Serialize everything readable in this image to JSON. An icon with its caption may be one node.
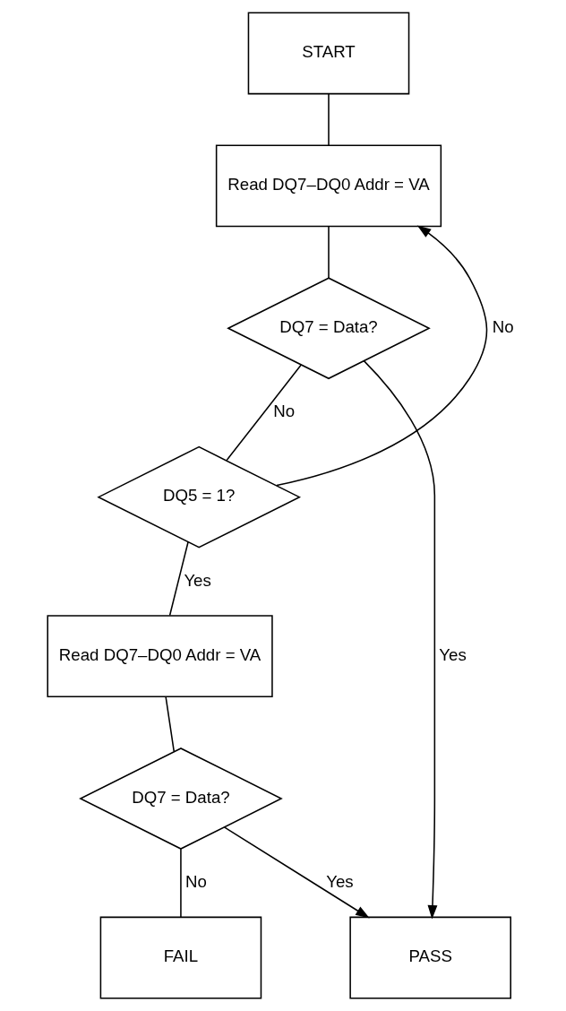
{
  "diagram": {
    "nodes": [
      {
        "text": [
          "START"
        ]
      },
      {
        "text": [
          "Read DQ7–DQ0 Addr = VA"
        ]
      },
      {
        "text": [
          "DQ7 = Data?"
        ]
      },
      {
        "text": [
          "DQ5 = 1?"
        ]
      },
      {
        "text": [
          "Read DQ7–DQ0 Addr = VA"
        ]
      },
      {
        "text": [
          "DQ7 = Data?"
        ]
      },
      {
        "text": [
          "FAIL"
        ]
      },
      {
        "text": [
          "PASS"
        ]
      }
    ],
    "edges": [
      {
        "from": 0,
        "to": 1,
        "arrow": "none"
      },
      {
        "from": 1,
        "to": 2,
        "arrow": "none"
      },
      {
        "from": 2,
        "to": 7,
        "arrow": "to",
        "label": "Yes"
      },
      {
        "from": 2,
        "to": 3,
        "arrow": "none",
        "label": "No"
      },
      {
        "from": 3,
        "to": 1,
        "arrow": "to",
        "label": "No"
      },
      {
        "from": 3,
        "to": 4,
        "arrow": "none",
        "label": "Yes"
      },
      {
        "from": 4,
        "to": 5,
        "arrow": "none"
      },
      {
        "from": 5,
        "to": 7,
        "arrow": "to",
        "label": "Yes"
      },
      {
        "from": 5,
        "to": 6,
        "arrow": "none",
        "label": "No"
      }
    ]
  }
}
